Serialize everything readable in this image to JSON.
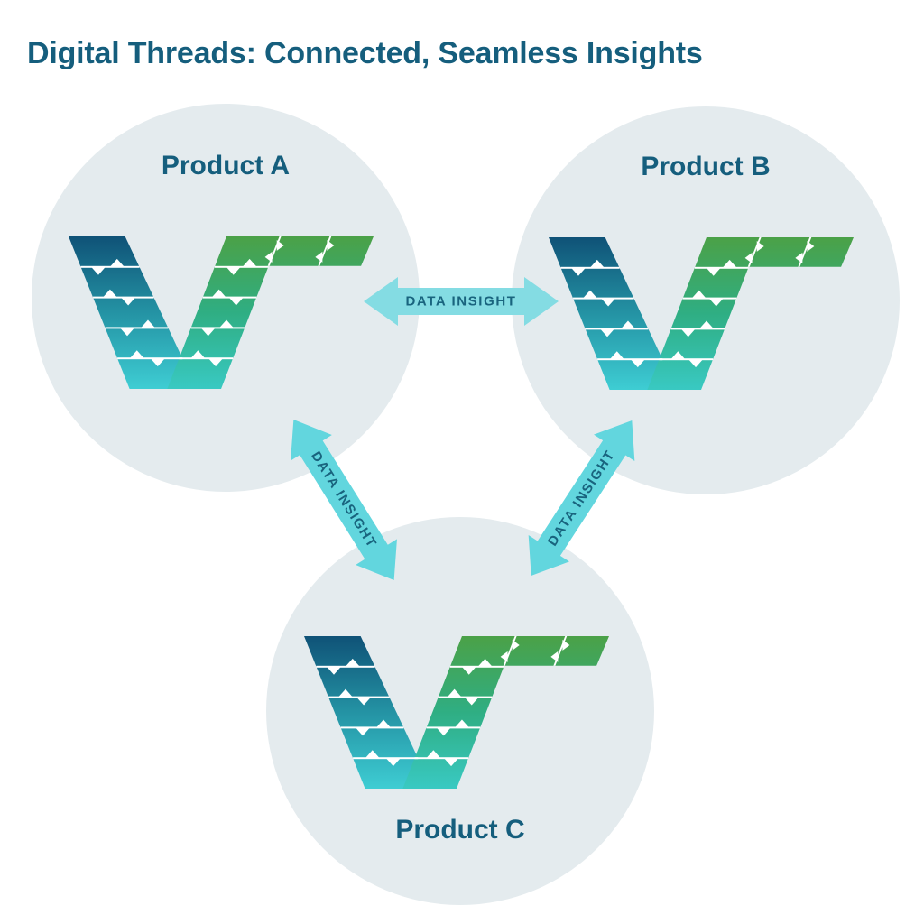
{
  "title": "Digital Threads: Connected, Seamless Insights",
  "products": [
    {
      "id": "product-a",
      "label": "Product A"
    },
    {
      "id": "product-b",
      "label": "Product B"
    },
    {
      "id": "product-c",
      "label": "Product C"
    }
  ],
  "connections": [
    {
      "from": "Product A",
      "to": "Product B",
      "label": "DATA INSIGHT"
    },
    {
      "from": "Product A",
      "to": "Product C",
      "label": "DATA INSIGHT"
    },
    {
      "from": "Product B",
      "to": "Product C",
      "label": "DATA INSIGHT"
    }
  ],
  "icons": {
    "v_glyph": "digital-thread-v-model-icon",
    "arrow": "double-headed-arrow-icon"
  },
  "colors": {
    "title_text": "#155E7D",
    "product_label_text": "#155E7D",
    "circle_fill": "#E4EBEE",
    "arrow_horizontal": "#84DCE3",
    "arrow_diagonal": "#62D6DE",
    "arrow_label_text": "#19647E",
    "separator": "#FFFFFF",
    "v_left_gradient": [
      "#0F5277",
      "#2493A4",
      "#3ECDD3"
    ],
    "v_right_gradient": [
      "#4BA147",
      "#2FAE83",
      "#39C9C2"
    ]
  }
}
